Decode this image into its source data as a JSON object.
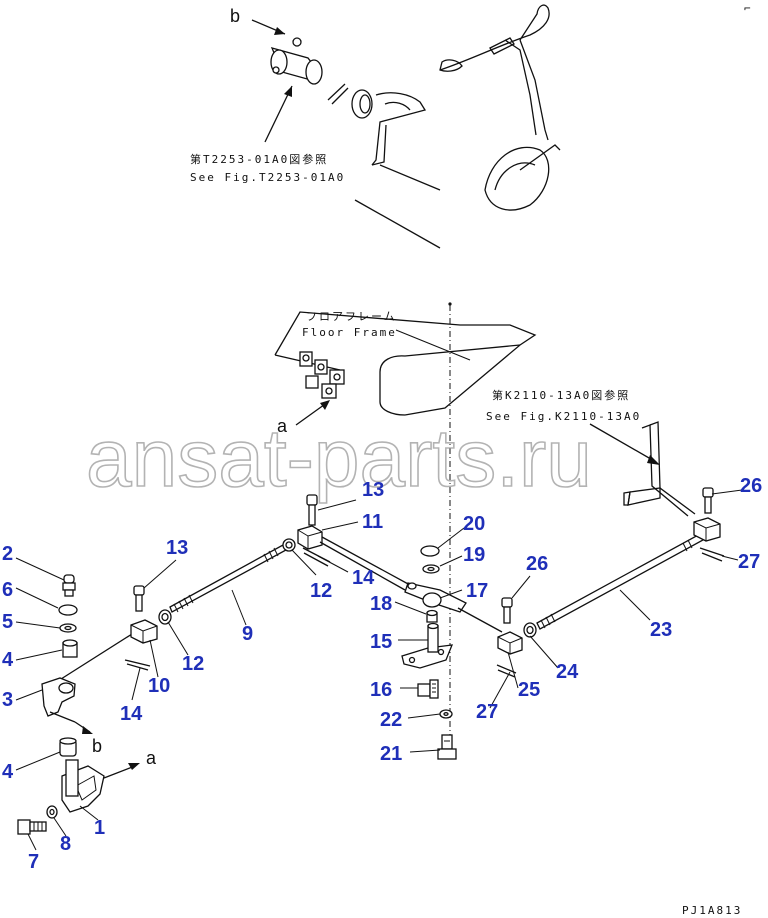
{
  "labels": {
    "ref_top_jp": "第T2253-01A0図参照",
    "ref_top_en": "See Fig.T2253-01A0",
    "floor_jp": "フロアフレーム",
    "floor_en": "Floor Frame",
    "ref_right_jp": "第K2110-13A0図参照",
    "ref_right_en": "See Fig.K2110-13A0",
    "pointer_a_top": "a",
    "pointer_b_top": "b",
    "pointer_a_bottom": "a",
    "pointer_b_bottom": "b",
    "corner_mark": "⌐",
    "drawing_code": "PJ1A813",
    "watermark": "ansat-parts.ru"
  },
  "parts": [
    {
      "id": "p2",
      "num": "2"
    },
    {
      "id": "p6",
      "num": "6"
    },
    {
      "id": "p5",
      "num": "5"
    },
    {
      "id": "p4a",
      "num": "4"
    },
    {
      "id": "p3",
      "num": "3"
    },
    {
      "id": "p4b",
      "num": "4"
    },
    {
      "id": "p7",
      "num": "7"
    },
    {
      "id": "p8",
      "num": "8"
    },
    {
      "id": "p1",
      "num": "1"
    },
    {
      "id": "p13a",
      "num": "13"
    },
    {
      "id": "p10",
      "num": "10"
    },
    {
      "id": "p14a",
      "num": "14"
    },
    {
      "id": "p12a",
      "num": "12"
    },
    {
      "id": "p9",
      "num": "9"
    },
    {
      "id": "p13b",
      "num": "13"
    },
    {
      "id": "p11",
      "num": "11"
    },
    {
      "id": "p12b",
      "num": "12"
    },
    {
      "id": "p14b",
      "num": "14"
    },
    {
      "id": "p20",
      "num": "20"
    },
    {
      "id": "p19",
      "num": "19"
    },
    {
      "id": "p17",
      "num": "17"
    },
    {
      "id": "p18",
      "num": "18"
    },
    {
      "id": "p15",
      "num": "15"
    },
    {
      "id": "p16",
      "num": "16"
    },
    {
      "id": "p22",
      "num": "22"
    },
    {
      "id": "p21",
      "num": "21"
    },
    {
      "id": "p26a",
      "num": "26"
    },
    {
      "id": "p24",
      "num": "24"
    },
    {
      "id": "p25",
      "num": "25"
    },
    {
      "id": "p27a",
      "num": "27"
    },
    {
      "id": "p26b",
      "num": "26"
    },
    {
      "id": "p27b",
      "num": "27"
    },
    {
      "id": "p23",
      "num": "23"
    }
  ]
}
